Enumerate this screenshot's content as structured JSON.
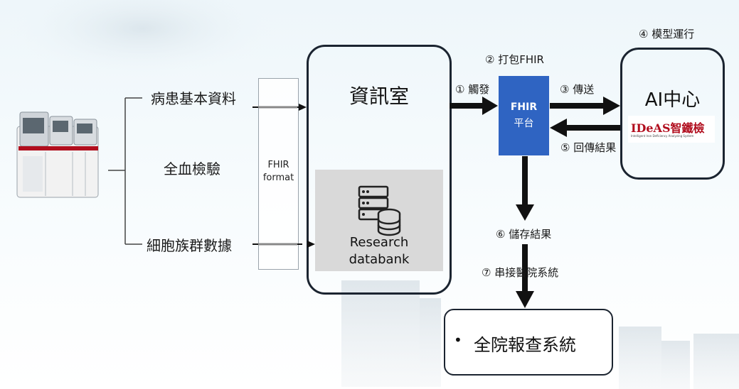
{
  "inputs": {
    "patient_basic": "病患基本資料",
    "blood_test": "全血檢驗",
    "cell_population": "細胞族群數據"
  },
  "fhir_format": {
    "line1": "FHIR",
    "line2": "format"
  },
  "info_room": {
    "title": "資訊室",
    "databank_line1": "Research",
    "databank_line2": "databank"
  },
  "fhir_platform": {
    "line1": "FHIR",
    "line2": "平台"
  },
  "ai_center": {
    "title": "AI中心",
    "logo_text": "IDeAS智鐵檢",
    "logo_subtitle": "Intelligent Iron Deficiency Analyzing System"
  },
  "steps": {
    "step1": "① 觸發",
    "step2": "② 打包FHIR",
    "step3": "③ 傳送",
    "step4": "④ 模型運行",
    "step5": "⑤ 回傳結果",
    "step6": "⑥ 儲存結果",
    "step7": "⑦ 串接醫院系統"
  },
  "hospital_system": {
    "bullet": "•",
    "label": "全院報查系統"
  },
  "colors": {
    "fhir_platform_fill": "#2f64c2",
    "databank_fill": "#d9d9d9",
    "arrow": "#111111"
  },
  "icons": {
    "analyzer": "lab-analyzer-icon",
    "databank": "database-server-icon"
  }
}
